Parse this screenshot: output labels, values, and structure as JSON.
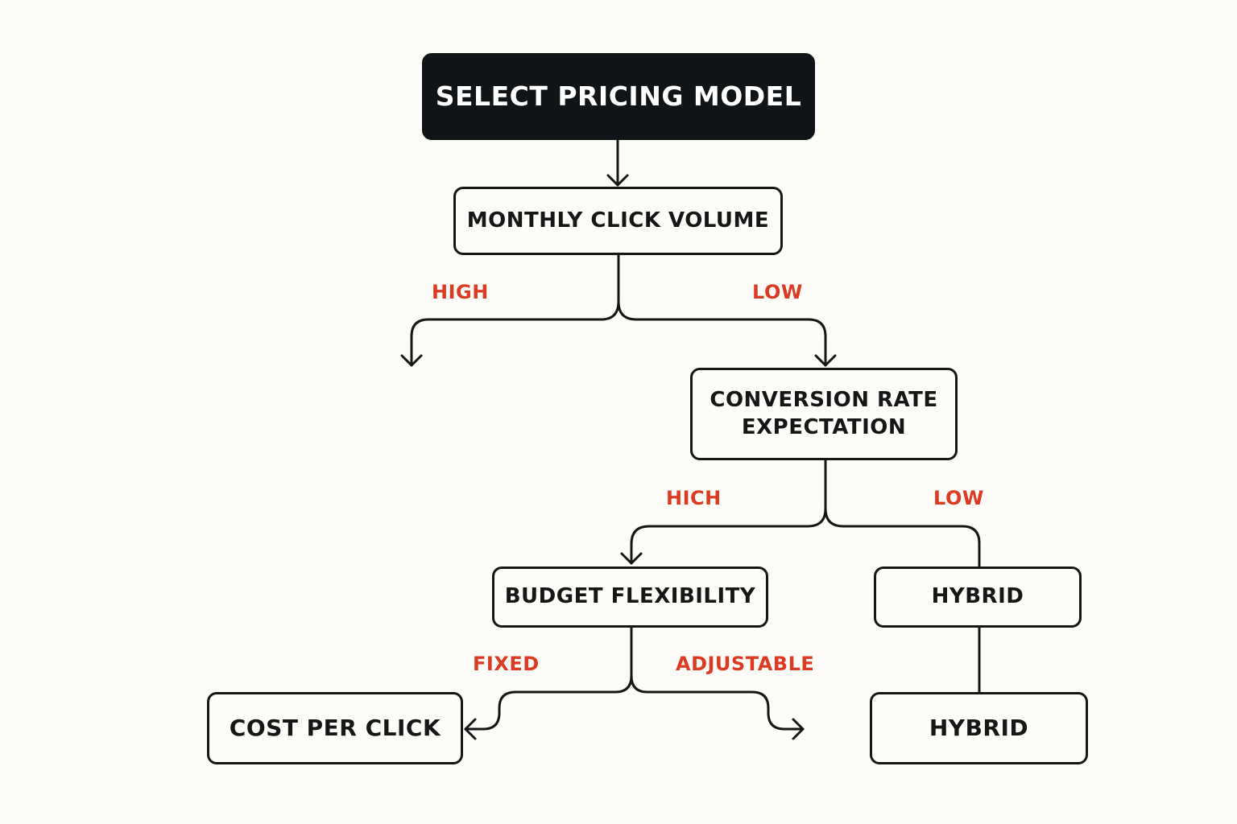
{
  "nodes": {
    "root": "SELECT PRICING MODEL",
    "volume": "MONTHLY CLICK VOLUME",
    "conversion_line1": "CONVERSION RATE",
    "conversion_line2": "EXPECTATION",
    "budget": "BUDGET FLEXIBILITY",
    "hybrid_upper": "HYBRID",
    "cpc": "COST PER CLICK",
    "hybrid_lower": "HYBRID"
  },
  "edge_labels": {
    "volume_high": "HIGH",
    "volume_low": "LOW",
    "conversion_high": "HICH",
    "conversion_low": "LOW",
    "budget_fixed": "FIXED",
    "budget_adjustable": "ADJUSTABLE"
  },
  "colors": {
    "line": "#161616",
    "branch_label": "#dc3b23",
    "root_fill": "#111416",
    "background": "#fdfcf8"
  }
}
